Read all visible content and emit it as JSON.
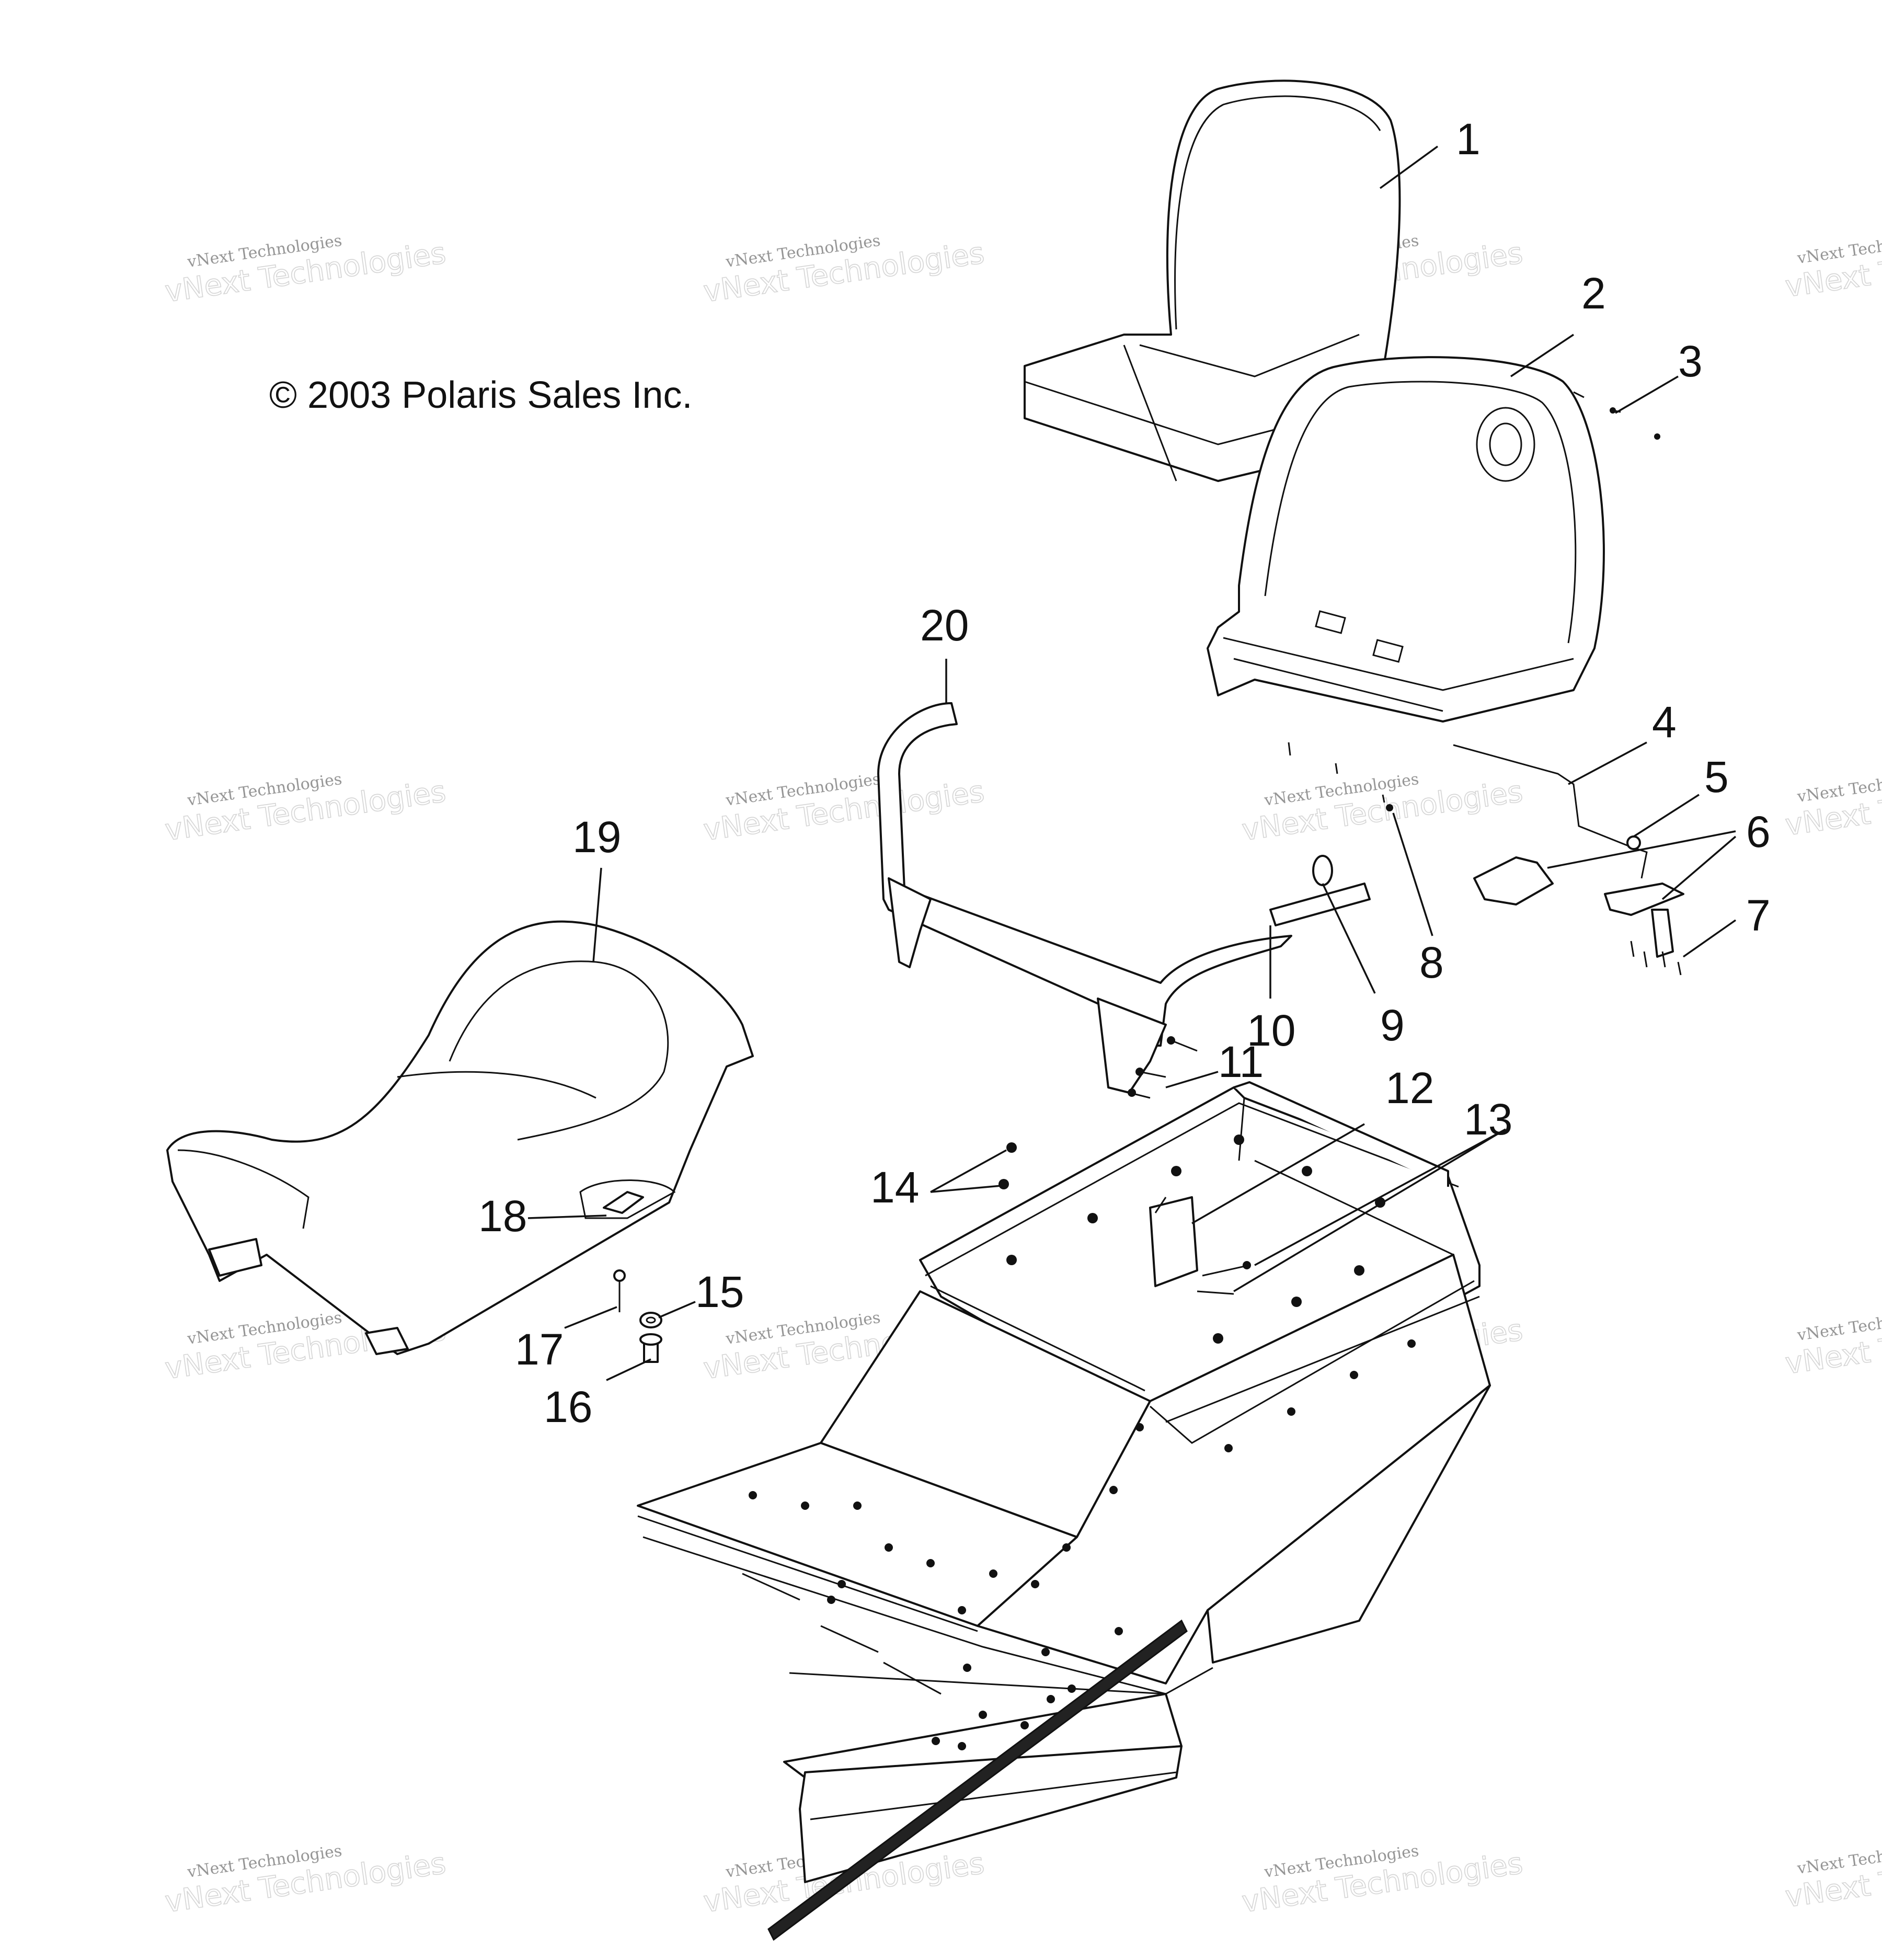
{
  "copyright": "© 2003 Polaris Sales Inc.",
  "watermark": {
    "line1": "vNext Technologies",
    "line2": "vNext Technologies"
  },
  "callouts": [
    "1",
    "2",
    "3",
    "4",
    "5",
    "6",
    "7",
    "8",
    "9",
    "10",
    "11",
    "12",
    "13",
    "14",
    "15",
    "16",
    "17",
    "18",
    "19",
    "20"
  ]
}
